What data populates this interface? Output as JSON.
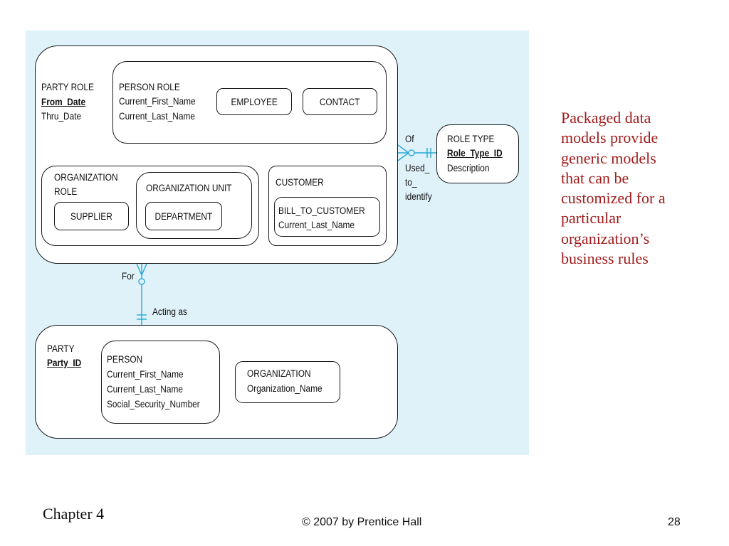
{
  "diagram": {
    "party_role": {
      "title": "PARTY ROLE",
      "pk": "From_Date",
      "attrs": [
        "Thru_Date"
      ]
    },
    "person_role": {
      "title": "PERSON ROLE",
      "attrs": [
        "Current_First_Name",
        "Current_Last_Name"
      ],
      "subtypes": [
        "EMPLOYEE",
        "CONTACT"
      ]
    },
    "organization_role": {
      "title_lines": [
        "ORGANIZATION",
        "ROLE"
      ],
      "subtypes": [
        "SUPPLIER"
      ]
    },
    "organization_unit": {
      "title": "ORGANIZATION UNIT",
      "subtypes": [
        "DEPARTMENT"
      ]
    },
    "customer": {
      "title": "CUSTOMER",
      "bill_to_customer": {
        "title": "BILL_TO_CUSTOMER",
        "attrs": [
          "Current_Last_Name"
        ]
      }
    },
    "role_type": {
      "title": "ROLE TYPE",
      "pk": "Role_Type_ID",
      "attrs": [
        "Description"
      ]
    },
    "relationship_labels": {
      "of": "Of",
      "used_to_identify": [
        "Used_",
        "to_",
        "identify"
      ],
      "for": "For",
      "acting_as": "Acting as"
    },
    "party": {
      "title": "PARTY",
      "pk": "Party_ID"
    },
    "person": {
      "title": "PERSON",
      "attrs": [
        "Current_First_Name",
        "Current_Last_Name",
        "Social_Security_Number"
      ]
    },
    "organization": {
      "title": "ORGANIZATION",
      "attrs": [
        "Organization_Name"
      ]
    }
  },
  "side_note": {
    "lines": [
      "Packaged data",
      "models provide",
      "generic models",
      "that can be",
      "customized for a",
      "particular",
      "organization’s",
      "business rules"
    ]
  },
  "footer": {
    "chapter": "Chapter 4",
    "copyright": "© 2007 by Prentice Hall",
    "page": "28"
  },
  "colors": {
    "panel_background": "#dff2fa",
    "connector": "#29a9d3",
    "note_text": "#a01c1c"
  }
}
